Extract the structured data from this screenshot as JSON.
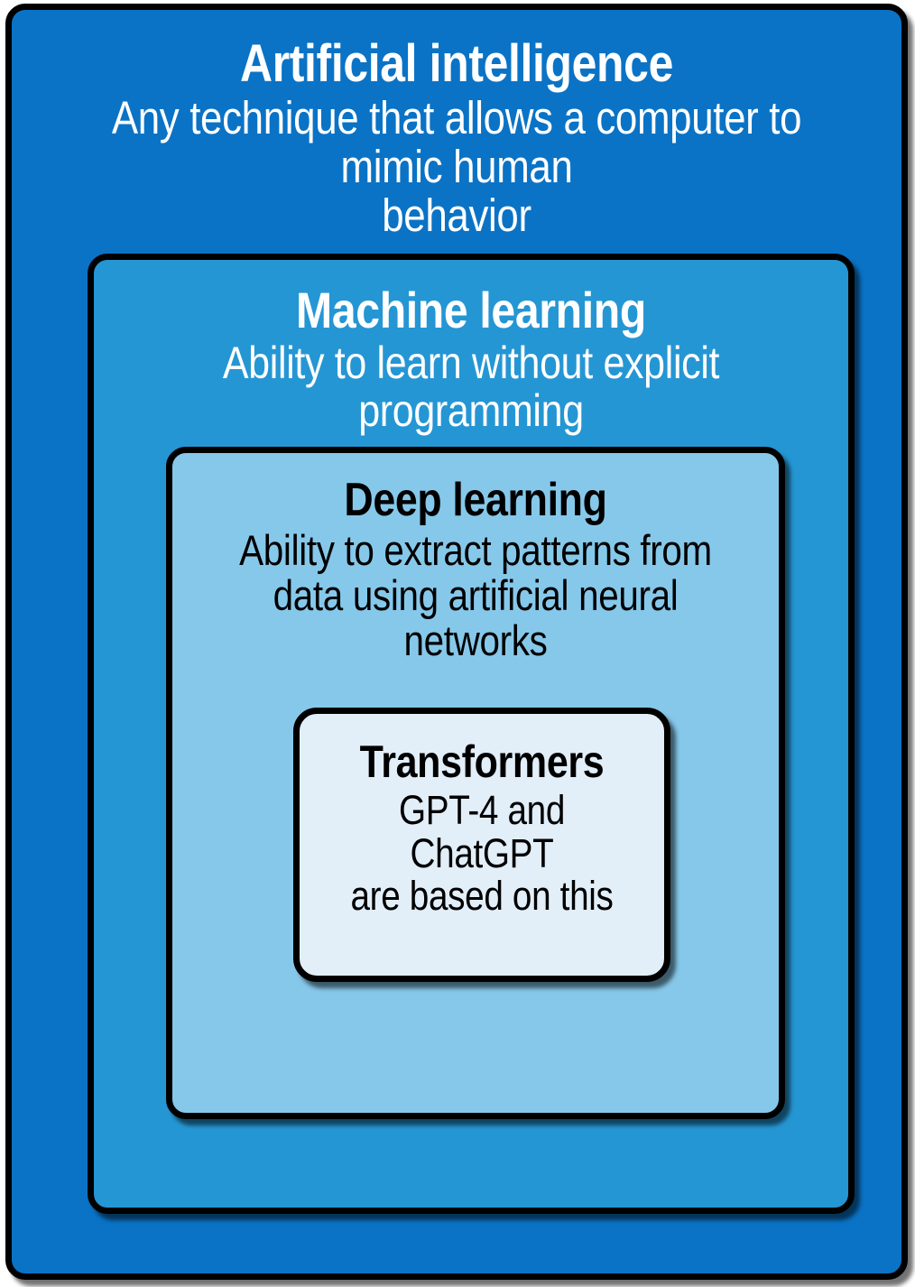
{
  "diagram": {
    "type": "nested-concentric-boxes",
    "description": "Nested hierarchy of AI concepts",
    "levels": [
      {
        "id": "artificial-intelligence",
        "title": "Artificial intelligence",
        "subtitle": "Any technique that allows a computer to mimic human behavior",
        "fill": "#0A73C6",
        "text_color": "#FFFFFF",
        "border_color": "#000000",
        "depth": 1
      },
      {
        "id": "machine-learning",
        "title": "Machine learning",
        "subtitle": "Ability to learn without explicit programming",
        "fill": "#2596D4",
        "text_color": "#FFFFFF",
        "border_color": "#000000",
        "depth": 2
      },
      {
        "id": "deep-learning",
        "title": "Deep learning",
        "subtitle": "Ability to extract patterns from data using artificial neural networks",
        "fill": "#86C8EA",
        "text_color": "#000000",
        "border_color": "#000000",
        "depth": 3
      },
      {
        "id": "transformers",
        "title": "Transformers",
        "subtitle": "GPT-4 and ChatGPT are based on this",
        "fill": "#E2EEF8",
        "text_color": "#000000",
        "border_color": "#000000",
        "depth": 4
      }
    ]
  },
  "ai": {
    "title": "Artificial intelligence",
    "subtitle_line1": "Any technique that allows a computer to mimic human",
    "subtitle_line2": "behavior"
  },
  "ml": {
    "title": "Machine learning",
    "subtitle_line1": "Ability to learn without explicit programming"
  },
  "dl": {
    "title": "Deep learning",
    "subtitle_line1": "Ability to extract patterns from",
    "subtitle_line2": "data using artificial neural networks"
  },
  "tr": {
    "title": "Transformers",
    "subtitle_line1": "GPT-4 and ChatGPT",
    "subtitle_line2": "are based on this"
  }
}
